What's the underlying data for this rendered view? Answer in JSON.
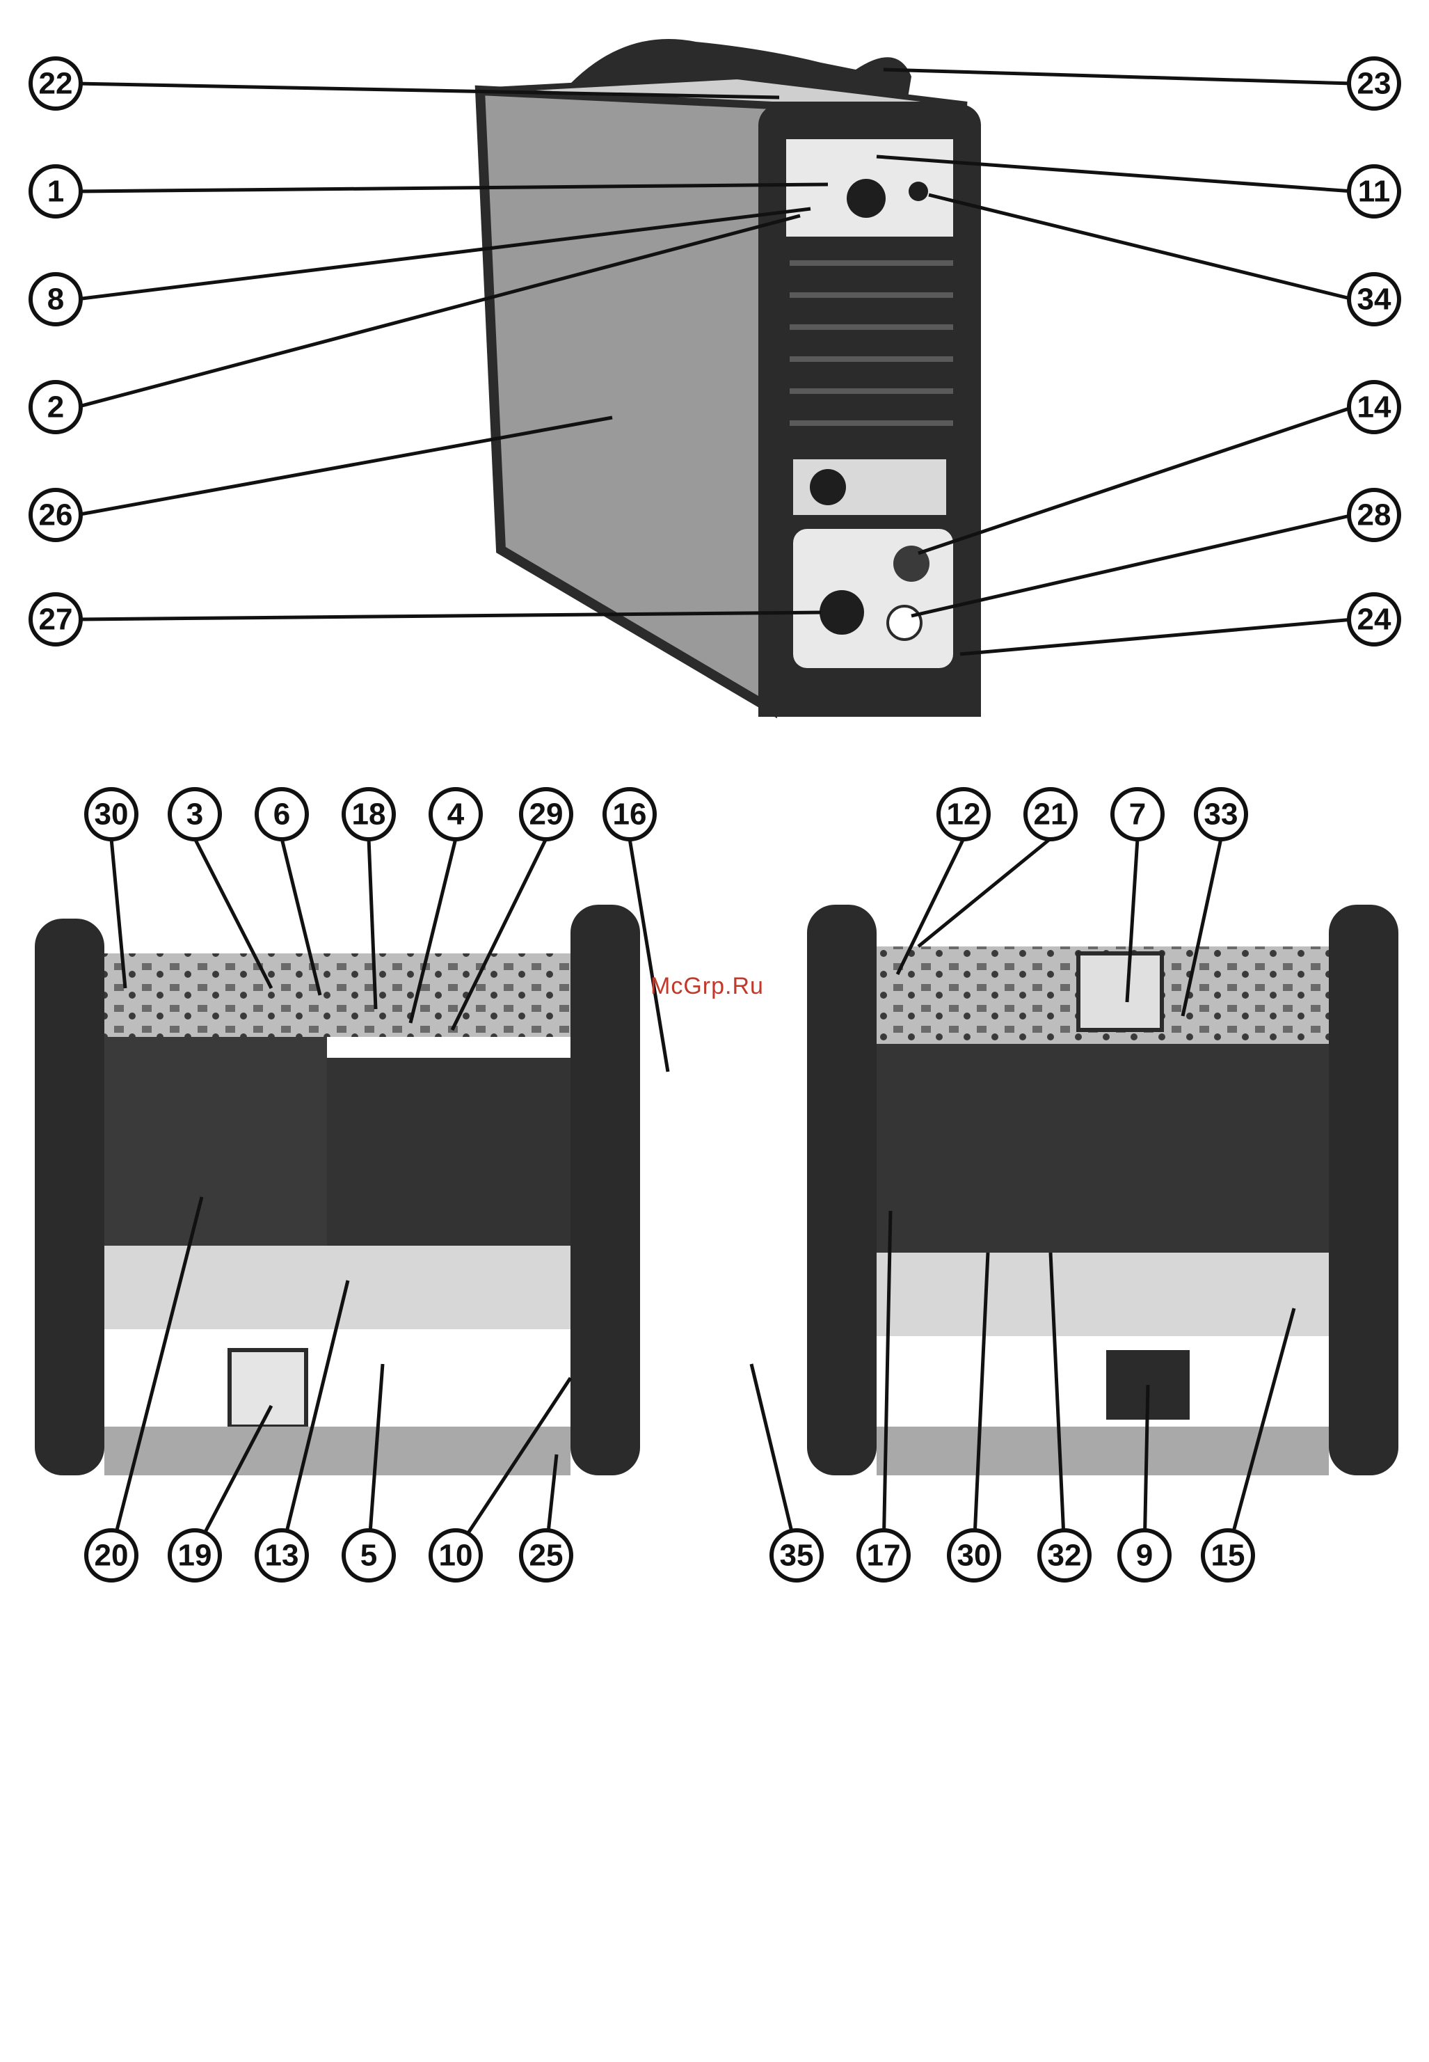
{
  "figure": {
    "watermark": "McGrp.Ru",
    "colors": {
      "ink": "#111111",
      "housing_dark": "#2b2b2b",
      "side_panel": "#9a9a9a",
      "faceplate": "#e9e9e9",
      "internal_board": "#d7d7d7"
    }
  },
  "callouts": {
    "c22": "22",
    "c23": "23",
    "c1": "1",
    "c11": "11",
    "c8": "8",
    "c34": "34",
    "c2": "2",
    "c14": "14",
    "c26": "26",
    "c28": "28",
    "c27": "27",
    "c24": "24",
    "c30a": "30",
    "c3": "3",
    "c6": "6",
    "c18": "18",
    "c4": "4",
    "c29": "29",
    "c16": "16",
    "c12": "12",
    "c21": "21",
    "c7": "7",
    "c33": "33",
    "c20": "20",
    "c19": "19",
    "c13": "13",
    "c5": "5",
    "c10": "10",
    "c25": "25",
    "c35": "35",
    "c17": "17",
    "c30b": "30",
    "c32": "32",
    "c9": "9",
    "c15": "15"
  }
}
